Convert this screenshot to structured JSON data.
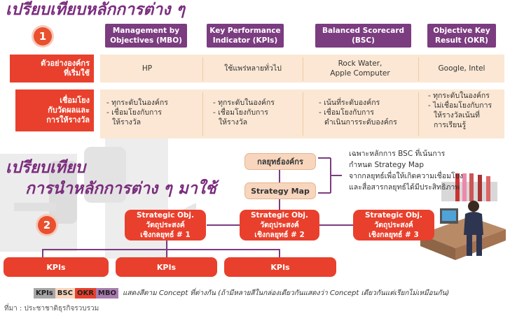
{
  "section1": {
    "number": "1",
    "title": "เปรียบเทียบหลักการต่าง ๆ",
    "columns": [
      {
        "line1": "Management by",
        "line2": "Objectives (MBO)"
      },
      {
        "line1": "Key Performance",
        "line2": "Indicator (KPIs)"
      },
      {
        "line1": "Balanced Scorecard",
        "line2": "(BSC)"
      },
      {
        "line1": "Objective Key",
        "line2": "Result (OKR)"
      }
    ],
    "rows": [
      {
        "header_lines": [
          "ตัวอย่างองค์กร",
          "ที่เริ่มใช้"
        ],
        "cells": [
          [
            "HP"
          ],
          [
            "ใช้แพร่หลายทั่วไป"
          ],
          [
            "Rock Water,",
            "Apple Computer"
          ],
          [
            "Google, Intel"
          ]
        ]
      },
      {
        "header_lines": [
          "เชื่อมโยง",
          "กับวัดผลและ",
          "การให้รางวัล"
        ],
        "cells": [
          [
            "- ทุกระดับในองค์กร",
            "- เชื่อมโยงกับการ",
            "  ให้รางวัล"
          ],
          [
            "- ทุกระดับในองค์กร",
            "- เชื่อมโยงกับการ",
            "  ให้รางวัล"
          ],
          [
            "- เน้นที่ระดับองค์กร",
            "- เชื่อมโยงกับการ",
            "  ดำเนินการระดับองค์กร"
          ],
          [
            "- ทุกระดับในองค์กร",
            "- ไม่เชื่อมโยงกับการ",
            "  ให้รางวัลเน้นที่",
            "  การเรียนรู้"
          ]
        ]
      }
    ]
  },
  "section2": {
    "number": "2",
    "title_line1": "เปรียบเทียบ",
    "title_line2": "การนำหลักการต่าง ๆ มาใช้",
    "corp_strategy": "กลยุทธ์องค์กร",
    "strategy_map": "Strategy Map",
    "note_lines": [
      "เฉพาะหลักการ BSC ที่เน้นการ",
      "กำหนด Strategy Map",
      "จากกลยุทธ์เพื่อให้เกิดความเชื่อมโยง",
      "และสื่อสารกลยุทธ์ได้มีประสิทธิภาพ"
    ],
    "objectives": [
      {
        "l1": "Strategic Obj.",
        "l2": "วัตถุประสงค์",
        "l3": "เชิงกลยุทธ์ # 1"
      },
      {
        "l1": "Strategic Obj.",
        "l2": "วัตถุประสงค์",
        "l3": "เชิงกลยุทธ์ # 2"
      },
      {
        "l1": "Strategic Obj.",
        "l2": "วัตถุประสงค์",
        "l3": "เชิงกลยุทธ์ # 3"
      }
    ],
    "kpis": [
      "KPIs",
      "KPIs",
      "KPIs"
    ]
  },
  "legend": {
    "chips": [
      {
        "label": "KPIs",
        "bg": "#a6a6a6",
        "fg": "#222222"
      },
      {
        "label": "BSC",
        "bg": "#f7d6bd",
        "fg": "#222222"
      },
      {
        "label": "OKR",
        "bg": "#e8402c",
        "fg": "#222222"
      },
      {
        "label": "MBO",
        "bg": "#a97bb0",
        "fg": "#222222"
      }
    ],
    "text": "แสดงสีตาม Concept ที่ต่างกัน (ถ้ามีหลายสีในกล่องเดียวกันแสดงว่า Concept เดียวกันแต่เรียกไม่เหมือนกัน)"
  },
  "source": "ที่มา : ประชาชาติธุรกิจรวบรวม"
}
